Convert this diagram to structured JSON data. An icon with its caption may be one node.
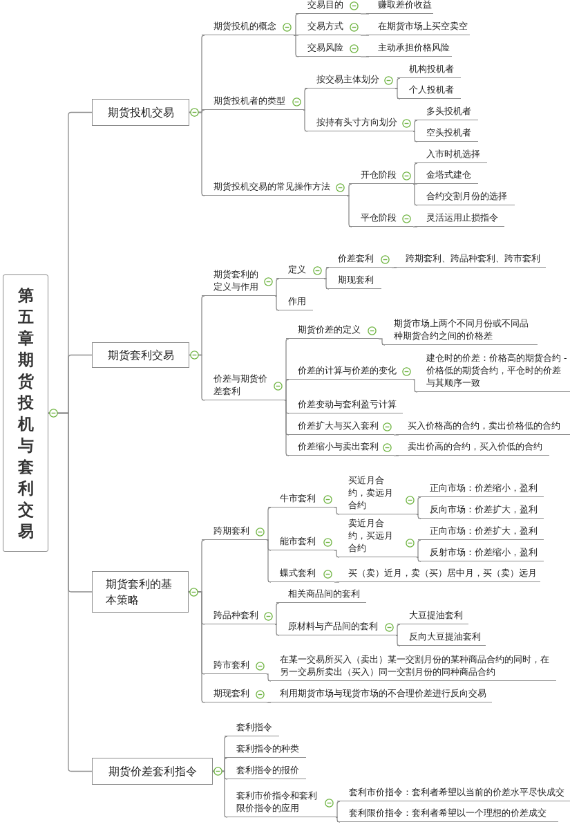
{
  "diagram": {
    "nodes": [
      {
        "text": [
          "第五章期货投机与套利交易"
        ]
      },
      {
        "text": [
          "期货投机交易"
        ]
      },
      {
        "text": [
          "期货投机的概念"
        ]
      },
      {
        "text": [
          "交易目的"
        ]
      },
      {
        "text": [
          "赚取差价收益"
        ]
      },
      {
        "text": [
          "交易方式"
        ]
      },
      {
        "text": [
          "在期货市场上买空卖空"
        ]
      },
      {
        "text": [
          "交易风险"
        ]
      },
      {
        "text": [
          "主动承担价格风险"
        ]
      },
      {
        "text": [
          "期货投机者的类型"
        ]
      },
      {
        "text": [
          "按交易主体划分"
        ]
      },
      {
        "text": [
          "机构投机者"
        ]
      },
      {
        "text": [
          "个人投机者"
        ]
      },
      {
        "text": [
          "按持有头寸方向划分"
        ]
      },
      {
        "text": [
          "多头投机者"
        ]
      },
      {
        "text": [
          "空头投机者"
        ]
      },
      {
        "text": [
          "期货投机交易的常见操作方法"
        ]
      },
      {
        "text": [
          "开仓阶段"
        ]
      },
      {
        "text": [
          "入市时机选择"
        ]
      },
      {
        "text": [
          "金塔式建仓"
        ]
      },
      {
        "text": [
          "合约交割月份的选择"
        ]
      },
      {
        "text": [
          "平仓阶段"
        ]
      },
      {
        "text": [
          "灵活运用止损指令"
        ]
      },
      {
        "text": [
          "期货套利交易"
        ]
      },
      {
        "text": [
          "期货套利的定义与作用"
        ]
      },
      {
        "text": [
          "定义"
        ]
      },
      {
        "text": [
          "价差套利"
        ]
      },
      {
        "text": [
          "跨期套利、跨品种套利、跨市套利"
        ]
      },
      {
        "text": [
          "期现套利"
        ]
      },
      {
        "text": [
          "作用"
        ]
      },
      {
        "text": [
          "价差与期货价差套利"
        ]
      },
      {
        "text": [
          "期货价差的定义"
        ]
      },
      {
        "text": [
          "期货市场上两个不同月份或不同品种期货合约之间的价格差"
        ]
      },
      {
        "text": [
          "价差的计算与价差的变化"
        ]
      },
      {
        "text": [
          "建仓时的价差：价格高的期货合约 - 价格低的期货合约，平仓时的价差与其顺序一致"
        ]
      },
      {
        "text": [
          "价差变动与套利盈亏计算"
        ]
      },
      {
        "text": [
          "价差扩大与买入套利"
        ]
      },
      {
        "text": [
          "买入价格高的合约，卖出价格低的合约"
        ]
      },
      {
        "text": [
          "价差缩小与卖出套利"
        ]
      },
      {
        "text": [
          "卖出价高的合约，买入价低的合约"
        ]
      },
      {
        "text": [
          "期货套利的基本策略"
        ]
      },
      {
        "text": [
          "跨期套利"
        ]
      },
      {
        "text": [
          "牛市套利"
        ]
      },
      {
        "text": [
          "买近月合约，卖远月合约"
        ]
      },
      {
        "text": [
          "正向市场：价差缩小，盈利"
        ]
      },
      {
        "text": [
          "反向市场：价差扩大，盈利"
        ]
      },
      {
        "text": [
          "能市套利"
        ]
      },
      {
        "text": [
          "卖近月合约，买远月合约"
        ]
      },
      {
        "text": [
          "正向市场：价差扩大，盈利"
        ]
      },
      {
        "text": [
          "反射市场：价差缩小，盈利"
        ]
      },
      {
        "text": [
          "蝶式套利"
        ]
      },
      {
        "text": [
          "买（卖）近月，卖（买）居中月，买（卖）远月"
        ]
      },
      {
        "text": [
          "跨品种套利"
        ]
      },
      {
        "text": [
          "相关商品间的套利"
        ]
      },
      {
        "text": [
          "原材料与产品间的套利"
        ]
      },
      {
        "text": [
          "大豆提油套利"
        ]
      },
      {
        "text": [
          "反向大豆提油套利"
        ]
      },
      {
        "text": [
          "跨市套利"
        ]
      },
      {
        "text": [
          "在某一交易所买入（卖出）某一交割月份的某种商品合约的同时，在另一交易所卖出（买入）同一交割月份的同种商品合约"
        ]
      },
      {
        "text": [
          "期现套利"
        ]
      },
      {
        "text": [
          "利用期货市场与现货市场的不合理价差进行反向交易"
        ]
      },
      {
        "text": [
          "期货价差套利指令"
        ]
      },
      {
        "text": [
          "套利指令"
        ]
      },
      {
        "text": [
          "套利指令的种类"
        ]
      },
      {
        "text": [
          "套利指令的报价"
        ]
      },
      {
        "text": [
          "套利市价指令和套利限价指令的应用"
        ]
      },
      {
        "text": [
          "套利市价指令：套利者希望以当前的价差水平尽快成交"
        ]
      },
      {
        "text": [
          "套利限价指令：套利者希望以一个理想的价差成交"
        ]
      }
    ],
    "edges": [
      {
        "from": 0,
        "to": 1,
        "arrow": "none"
      },
      {
        "from": 0,
        "to": 23,
        "arrow": "none"
      },
      {
        "from": 0,
        "to": 40,
        "arrow": "none"
      },
      {
        "from": 0,
        "to": 61,
        "arrow": "none"
      },
      {
        "from": 1,
        "to": 2,
        "arrow": "none"
      },
      {
        "from": 1,
        "to": 9,
        "arrow": "none"
      },
      {
        "from": 1,
        "to": 16,
        "arrow": "none"
      },
      {
        "from": 2,
        "to": 3,
        "arrow": "none"
      },
      {
        "from": 2,
        "to": 5,
        "arrow": "none"
      },
      {
        "from": 2,
        "to": 7,
        "arrow": "none"
      },
      {
        "from": 3,
        "to": 4,
        "arrow": "none"
      },
      {
        "from": 5,
        "to": 6,
        "arrow": "none"
      },
      {
        "from": 7,
        "to": 8,
        "arrow": "none"
      },
      {
        "from": 9,
        "to": 10,
        "arrow": "none"
      },
      {
        "from": 9,
        "to": 13,
        "arrow": "none"
      },
      {
        "from": 10,
        "to": 11,
        "arrow": "none"
      },
      {
        "from": 10,
        "to": 12,
        "arrow": "none"
      },
      {
        "from": 13,
        "to": 14,
        "arrow": "none"
      },
      {
        "from": 13,
        "to": 15,
        "arrow": "none"
      },
      {
        "from": 16,
        "to": 17,
        "arrow": "none"
      },
      {
        "from": 16,
        "to": 21,
        "arrow": "none"
      },
      {
        "from": 17,
        "to": 18,
        "arrow": "none"
      },
      {
        "from": 17,
        "to": 19,
        "arrow": "none"
      },
      {
        "from": 17,
        "to": 20,
        "arrow": "none"
      },
      {
        "from": 21,
        "to": 22,
        "arrow": "none"
      },
      {
        "from": 23,
        "to": 24,
        "arrow": "none"
      },
      {
        "from": 23,
        "to": 30,
        "arrow": "none"
      },
      {
        "from": 24,
        "to": 25,
        "arrow": "none"
      },
      {
        "from": 24,
        "to": 29,
        "arrow": "none"
      },
      {
        "from": 25,
        "to": 26,
        "arrow": "none"
      },
      {
        "from": 25,
        "to": 28,
        "arrow": "none"
      },
      {
        "from": 26,
        "to": 27,
        "arrow": "none"
      },
      {
        "from": 30,
        "to": 31,
        "arrow": "none"
      },
      {
        "from": 30,
        "to": 33,
        "arrow": "none"
      },
      {
        "from": 30,
        "to": 35,
        "arrow": "none"
      },
      {
        "from": 30,
        "to": 36,
        "arrow": "none"
      },
      {
        "from": 30,
        "to": 38,
        "arrow": "none"
      },
      {
        "from": 31,
        "to": 32,
        "arrow": "none"
      },
      {
        "from": 33,
        "to": 34,
        "arrow": "none"
      },
      {
        "from": 36,
        "to": 37,
        "arrow": "none"
      },
      {
        "from": 38,
        "to": 39,
        "arrow": "none"
      },
      {
        "from": 40,
        "to": 41,
        "arrow": "none"
      },
      {
        "from": 40,
        "to": 52,
        "arrow": "none"
      },
      {
        "from": 40,
        "to": 57,
        "arrow": "none"
      },
      {
        "from": 40,
        "to": 59,
        "arrow": "none"
      },
      {
        "from": 41,
        "to": 42,
        "arrow": "none"
      },
      {
        "from": 41,
        "to": 46,
        "arrow": "none"
      },
      {
        "from": 41,
        "to": 50,
        "arrow": "none"
      },
      {
        "from": 42,
        "to": 43,
        "arrow": "none"
      },
      {
        "from": 43,
        "to": 44,
        "arrow": "none"
      },
      {
        "from": 43,
        "to": 45,
        "arrow": "none"
      },
      {
        "from": 46,
        "to": 47,
        "arrow": "none"
      },
      {
        "from": 47,
        "to": 48,
        "arrow": "none"
      },
      {
        "from": 47,
        "to": 49,
        "arrow": "none"
      },
      {
        "from": 50,
        "to": 51,
        "arrow": "none"
      },
      {
        "from": 52,
        "to": 53,
        "arrow": "none"
      },
      {
        "from": 52,
        "to": 54,
        "arrow": "none"
      },
      {
        "from": 54,
        "to": 55,
        "arrow": "none"
      },
      {
        "from": 54,
        "to": 56,
        "arrow": "none"
      },
      {
        "from": 57,
        "to": 58,
        "arrow": "none"
      },
      {
        "from": 59,
        "to": 60,
        "arrow": "none"
      },
      {
        "from": 61,
        "to": 62,
        "arrow": "none"
      },
      {
        "from": 61,
        "to": 63,
        "arrow": "none"
      },
      {
        "from": 61,
        "to": 64,
        "arrow": "none"
      },
      {
        "from": 61,
        "to": 65,
        "arrow": "none"
      },
      {
        "from": 65,
        "to": 66,
        "arrow": "none"
      },
      {
        "from": 65,
        "to": 67,
        "arrow": "none"
      }
    ]
  }
}
